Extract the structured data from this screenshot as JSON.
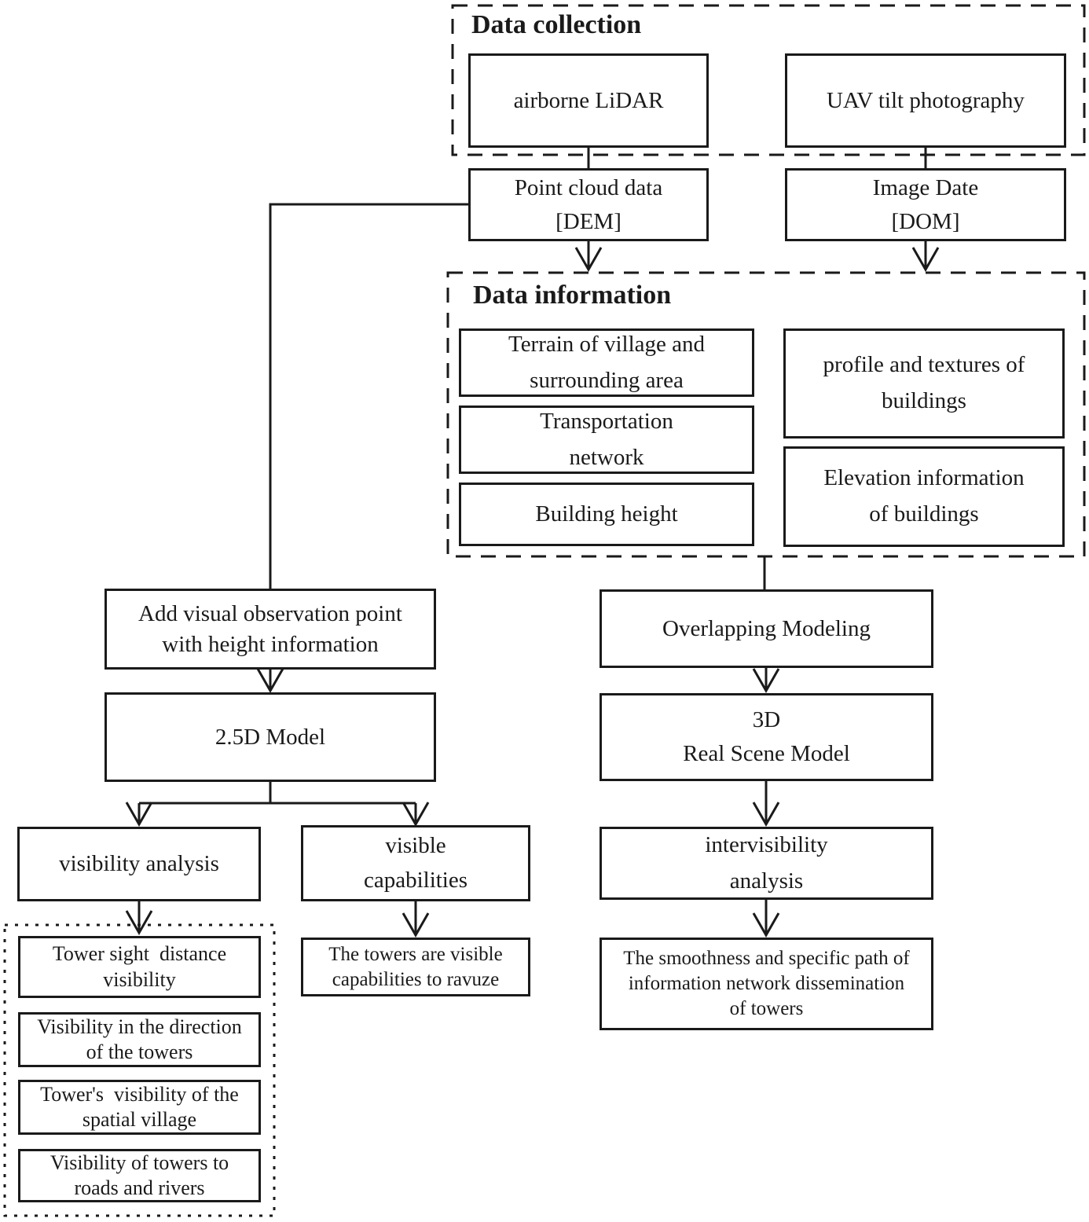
{
  "figure": {
    "background": "#ffffff",
    "line_color": "#1a1a1a",
    "text_color": "#1a1a1a"
  },
  "groups": {
    "data_collection": {
      "label": "Data collection",
      "border_style": "dashed"
    },
    "data_information": {
      "label": "Data information",
      "border_style": "dashed"
    },
    "visibility_outcomes": {
      "label": "",
      "border_style": "dotted"
    }
  },
  "nodes": {
    "airborne_lidar": {
      "label": "airborne LiDAR"
    },
    "uav_tilt": {
      "label": "UAV tilt photography"
    },
    "point_cloud": {
      "label": "Point cloud data\n[DEM]"
    },
    "image_date": {
      "label": "Image Date\n[DOM]"
    },
    "terrain": {
      "label": "Terrain of village and\nsurrounding area"
    },
    "transportation": {
      "label": "Transportation\nnetwork"
    },
    "building_height": {
      "label": "Building height"
    },
    "profile_textures": {
      "label": "profile and textures of\nbuildings"
    },
    "elevation_info": {
      "label": "Elevation information\nof buildings"
    },
    "add_visual_point": {
      "label": "Add visual observation point\nwith height information"
    },
    "model_25d": {
      "label": "2.5D Model"
    },
    "overlapping_modeling": {
      "label": "Overlapping Modeling"
    },
    "model_3d": {
      "label": "3D\nReal Scene Model"
    },
    "visibility_analysis": {
      "label": "visibility analysis"
    },
    "visible_capabilities": {
      "label": "visible\ncapabilities"
    },
    "intervisibility": {
      "label": "intervisibility\nanalysis"
    },
    "towers_visible": {
      "label": "The towers are visible\ncapabilities to ravuze"
    },
    "smoothness": {
      "label": "The smoothness and specific path of\ninformation network dissemination\nof towers"
    },
    "tower_sight": {
      "label": "Tower sight  distance\nvisibility"
    },
    "visibility_direction": {
      "label": "Visibility in the direction\nof the towers"
    },
    "tower_spatial": {
      "label": "Tower's  visibility of the\nspatial village"
    },
    "visibility_roads": {
      "label": "Visibility of towers to\nroads and rivers"
    }
  },
  "edges": [
    {
      "from": "airborne_lidar",
      "to": "point_cloud",
      "arrow": false
    },
    {
      "from": "uav_tilt",
      "to": "image_date",
      "arrow": false
    },
    {
      "from": "point_cloud",
      "to": "data_information",
      "arrow": true
    },
    {
      "from": "image_date",
      "to": "data_information",
      "arrow": true
    },
    {
      "from": "point_cloud",
      "to": "add_visual_point",
      "arrow": false
    },
    {
      "from": "data_information",
      "to": "overlapping_modeling",
      "arrow": false
    },
    {
      "from": "add_visual_point",
      "to": "model_25d",
      "arrow": true
    },
    {
      "from": "model_25d",
      "to": "visibility_analysis",
      "arrow": true
    },
    {
      "from": "model_25d",
      "to": "visible_capabilities",
      "arrow": true
    },
    {
      "from": "overlapping_modeling",
      "to": "model_3d",
      "arrow": true
    },
    {
      "from": "model_3d",
      "to": "intervisibility",
      "arrow": true
    },
    {
      "from": "visibility_analysis",
      "to": "visibility_outcomes",
      "arrow": true
    },
    {
      "from": "visible_capabilities",
      "to": "towers_visible",
      "arrow": true
    },
    {
      "from": "intervisibility",
      "to": "smoothness",
      "arrow": true
    }
  ]
}
